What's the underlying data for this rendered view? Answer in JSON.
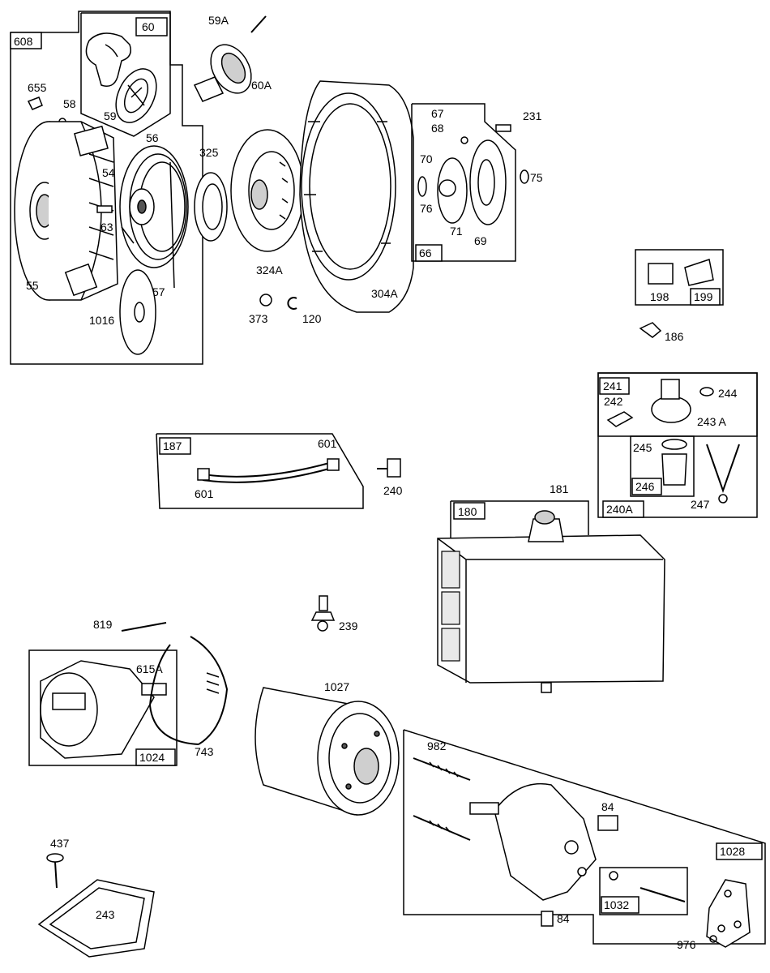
{
  "labels": {
    "p608": "608",
    "p60": "60",
    "p59a": "59A",
    "p60a": "60A",
    "p655": "655",
    "p58": "58",
    "p59": "59",
    "p56": "56",
    "p54": "54",
    "p63": "63",
    "p55": "55",
    "p57": "57",
    "p1016": "1016",
    "p325": "325",
    "p324a": "324A",
    "p373": "373",
    "p120": "120",
    "p304a": "304A",
    "p67": "67",
    "p68": "68",
    "p231": "231",
    "p70": "70",
    "p75": "75",
    "p76": "76",
    "p71": "71",
    "p69": "69",
    "p66": "66",
    "p198": "198",
    "p199": "199",
    "p186": "186",
    "p241": "241",
    "p242": "242",
    "p244": "244",
    "p243a": "243 A",
    "p245": "245",
    "p246": "246",
    "p240a": "240A",
    "p247": "247",
    "p187": "187",
    "p601a": "601",
    "p601b": "601",
    "p240": "240",
    "p181": "181",
    "p180": "180",
    "p239": "239",
    "p819": "819",
    "p615a": "615A",
    "p1024": "1024",
    "p743": "743",
    "p1027": "1027",
    "p982": "982",
    "p84a": "84",
    "p84b": "84",
    "p1028": "1028",
    "p1032": "1032",
    "p976": "976",
    "p437": "437",
    "p243": "243"
  }
}
